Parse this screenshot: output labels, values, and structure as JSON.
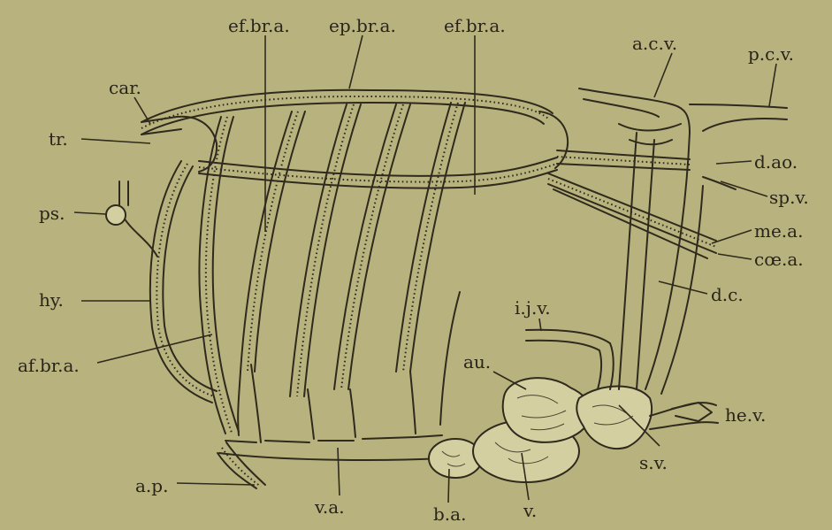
{
  "labels": {
    "ef_br_a_1": "ef.br.a.",
    "ep_br_a": "ep.br.a.",
    "ef_br_a_2": "ef.br.a.",
    "a_c_v": "a.c.v.",
    "p_c_v": "p.c.v.",
    "car": "car.",
    "tr": "tr.",
    "d_ao": "d.ao.",
    "sp_v": "sp.v.",
    "ps": "ps.",
    "me_a": "me.a.",
    "coe_a": "cœ.a.",
    "hy": "hy.",
    "i_j_v": "i.j.v.",
    "d_c": "d.c.",
    "af_br_a": "af.br.a.",
    "au": "au.",
    "he_v": "he.v.",
    "s_v": "s.v.",
    "a_p": "a.p.",
    "v_a": "v.a.",
    "b_a": "b.a.",
    "v": "v."
  },
  "colors": {
    "paper": "#b8b37e",
    "ink": "#2f2a1c"
  }
}
